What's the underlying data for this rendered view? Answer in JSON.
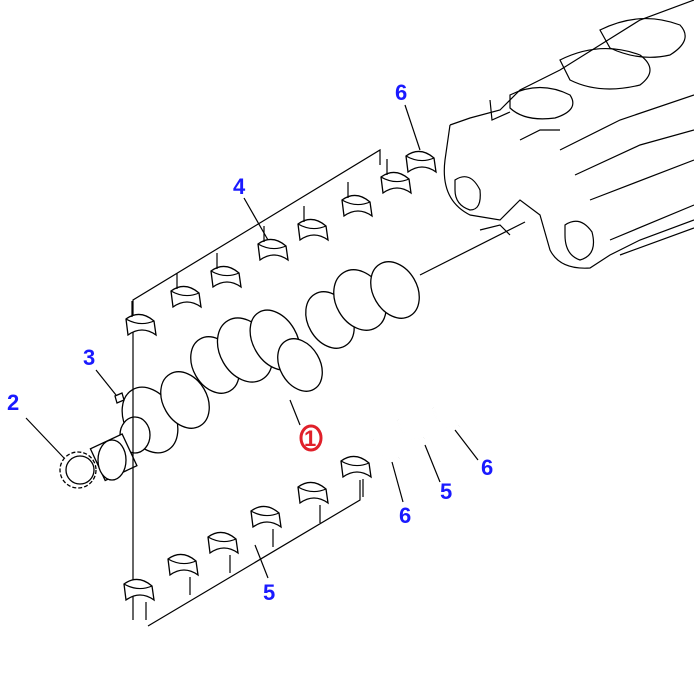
{
  "diagram": {
    "title": "Crankshaft and main bearings exploded view",
    "callouts": [
      {
        "id": "part-6-top",
        "text": "6"
      },
      {
        "id": "part-4",
        "text": "4"
      },
      {
        "id": "part-3",
        "text": "3"
      },
      {
        "id": "part-2",
        "text": "2"
      },
      {
        "id": "part-1",
        "text": "1"
      },
      {
        "id": "part-6-right",
        "text": "6"
      },
      {
        "id": "part-5-right",
        "text": "5"
      },
      {
        "id": "part-6-mid",
        "text": "6"
      },
      {
        "id": "part-5-bottom",
        "text": "5"
      }
    ],
    "colors": {
      "callout": "#1a1aff",
      "highlight": "#e0202a",
      "line": "#000000"
    }
  }
}
